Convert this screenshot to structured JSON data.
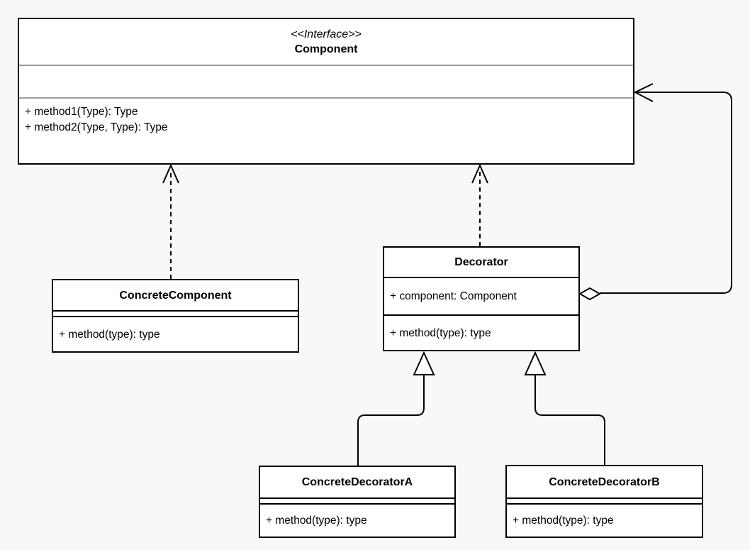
{
  "diagram": {
    "kind": "uml-class-diagram",
    "pattern": "Decorator",
    "background_color": "#f8f8f8",
    "box_fill": "#ffffff",
    "line_color": "#000000",
    "interface_divider_color": "#9e9e9e",
    "classes": [
      {
        "id": "component",
        "stereotype": "<<Interface>>",
        "name": "Component",
        "attributes": [],
        "methods": [
          "+ method1(Type): Type",
          "+ method2(Type, Type): Type"
        ]
      },
      {
        "id": "concrete-component",
        "stereotype": "",
        "name": "ConcreteComponent",
        "attributes": [],
        "methods": [
          "+ method(type): type"
        ]
      },
      {
        "id": "decorator",
        "stereotype": "",
        "name": "Decorator",
        "attributes": [
          "+ component: Component"
        ],
        "methods": [
          "+ method(type): type"
        ]
      },
      {
        "id": "concrete-decorator-a",
        "stereotype": "",
        "name": "ConcreteDecoratorA",
        "attributes": [],
        "methods": [
          "+ method(type): type"
        ]
      },
      {
        "id": "concrete-decorator-b",
        "stereotype": "",
        "name": "ConcreteDecoratorB",
        "attributes": [],
        "methods": [
          "+ method(type): type"
        ]
      }
    ],
    "relationships": [
      {
        "type": "realization",
        "from": "ConcreteComponent",
        "to": "Component",
        "style": "dashed-open-arrow"
      },
      {
        "type": "realization",
        "from": "Decorator",
        "to": "Component",
        "style": "dashed-open-arrow"
      },
      {
        "type": "generalization",
        "from": "ConcreteDecoratorA",
        "to": "Decorator",
        "style": "solid-hollow-triangle"
      },
      {
        "type": "generalization",
        "from": "ConcreteDecoratorB",
        "to": "Decorator",
        "style": "solid-hollow-triangle"
      },
      {
        "type": "aggregation",
        "from": "Decorator",
        "to": "Component",
        "style": "hollow-diamond-open-arrow"
      }
    ]
  }
}
